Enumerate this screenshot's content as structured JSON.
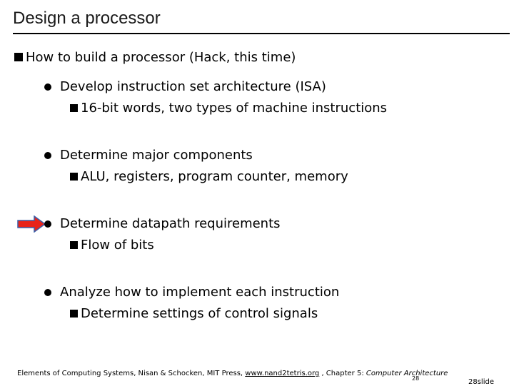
{
  "title": "Design a processor",
  "main_bullet": "How to build a processor (Hack, this time)",
  "items": [
    {
      "text": "Develop instruction set architecture (ISA)",
      "sub": "16-bit words, two types of machine instructions"
    },
    {
      "text": "Determine major components",
      "sub": "ALU, registers, program counter, memory"
    },
    {
      "text": "Determine datapath requirements",
      "sub": "Flow of bits"
    },
    {
      "text": "Analyze how to implement each instruction",
      "sub": "Determine settings of control signals"
    }
  ],
  "footer": {
    "prefix": "Elements of Computing Systems, Nisan & Schocken, MIT Press, ",
    "link": "www.nand2tetris.org",
    "middle": " , Chapter 5: ",
    "chapter": "Computer Architecture"
  },
  "page_number": "28",
  "slide_label": "28slide",
  "colors": {
    "arrow_fill": "#e8231a",
    "arrow_stroke": "#3b5fa8"
  }
}
